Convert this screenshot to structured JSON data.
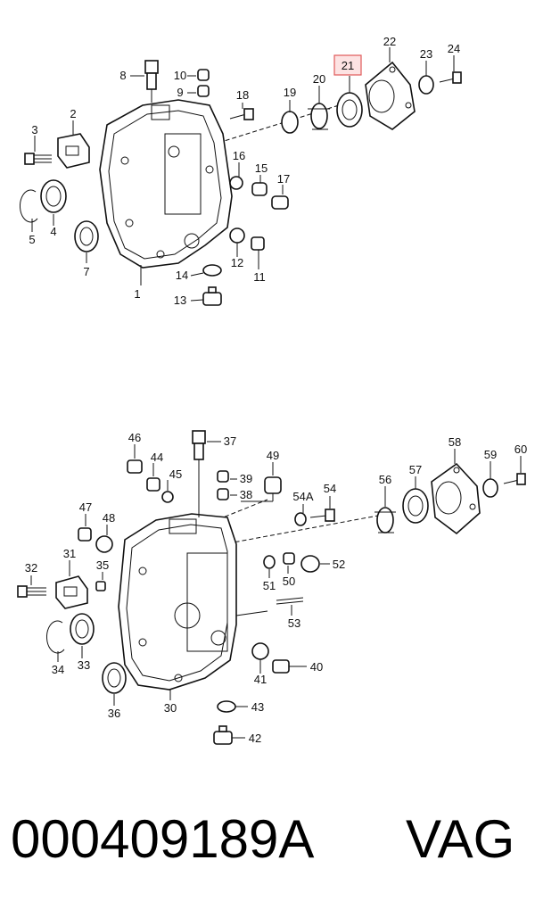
{
  "diagram": {
    "top_callouts": [
      "1",
      "2",
      "3",
      "4",
      "5",
      "7",
      "8",
      "9",
      "10",
      "11",
      "12",
      "13",
      "14",
      "15",
      "16",
      "17",
      "18",
      "19",
      "20",
      "21",
      "22",
      "23",
      "24"
    ],
    "bottom_callouts": [
      "30",
      "31",
      "32",
      "33",
      "34",
      "35",
      "36",
      "37",
      "38",
      "39",
      "40",
      "41",
      "42",
      "43",
      "44",
      "45",
      "46",
      "47",
      "48",
      "49",
      "50",
      "51",
      "52",
      "53",
      "54",
      "54A",
      "56",
      "57",
      "58",
      "59",
      "60"
    ],
    "highlighted_callout": "21",
    "highlight_color": "#e05a5a"
  },
  "footer": {
    "part_number": "000409189A",
    "brand": "VAG"
  }
}
